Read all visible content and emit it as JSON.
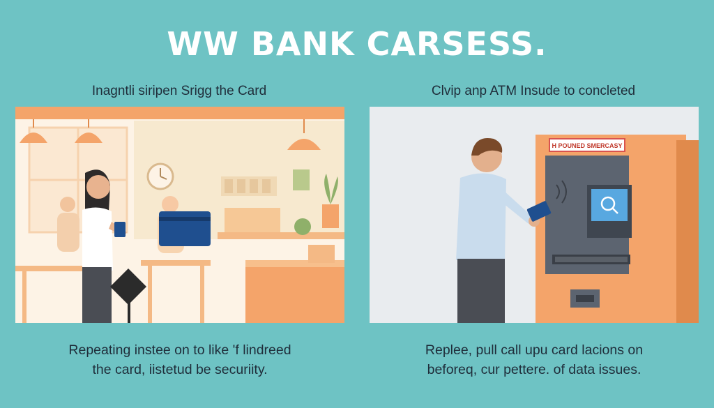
{
  "header": {
    "title": "WW BANK CARSESS."
  },
  "left": {
    "subtitle": "Inagntli siripen Srigg the Card",
    "caption_line1": "Repeating instee on to like 'f lindreed",
    "caption_line2": "the card, iistetud be securiity."
  },
  "right": {
    "subtitle": "Clvip anp ATM Insude to concleted",
    "atm_sign": "H POUNED SMERCASY",
    "caption_line1": "Replee, pull call upu card lacions on",
    "caption_line2": "beforeq, cur pettere. of data issues."
  },
  "colors": {
    "background": "#6ec3c4",
    "accent_orange": "#f4a46a",
    "card_blue": "#1f4f8f"
  }
}
